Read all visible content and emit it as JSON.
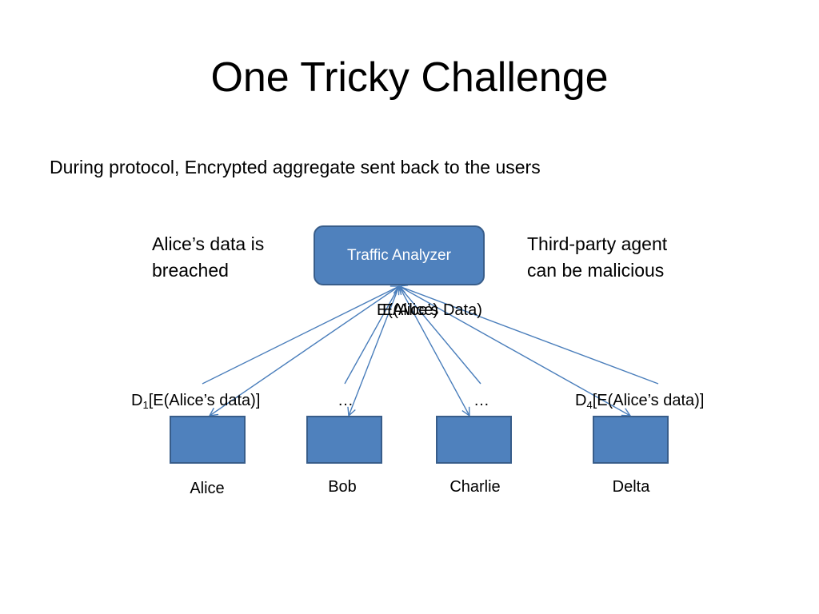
{
  "slide": {
    "title": "One Tricky Challenge",
    "subtitle": "During protocol, Encrypted aggregate sent back to the users"
  },
  "notes": {
    "left": [
      "Alice’s data is",
      "breached"
    ],
    "right": [
      "Third-party agent",
      "can be malicious"
    ]
  },
  "analyzer": {
    "label": "Traffic Analyzer"
  },
  "edge_labels": {
    "encrypted_data": "E(Alice’s Data)",
    "encrypted_alice": "E(Alice)"
  },
  "messages": {
    "d1": {
      "prefix": "D",
      "sub": "1",
      "rest": "[E(Alice’s data)]"
    },
    "bob": "…",
    "charlie": "…",
    "d4": {
      "prefix": "D",
      "sub": "4",
      "rest": "[E(Alice’s data)]"
    }
  },
  "users": [
    {
      "name": "Alice"
    },
    {
      "name": "Bob"
    },
    {
      "name": "Charlie"
    },
    {
      "name": "Delta"
    }
  ],
  "colors": {
    "node_fill": "#4f81bd",
    "node_border": "#385d8a",
    "arrow": "#4a7ebb"
  }
}
